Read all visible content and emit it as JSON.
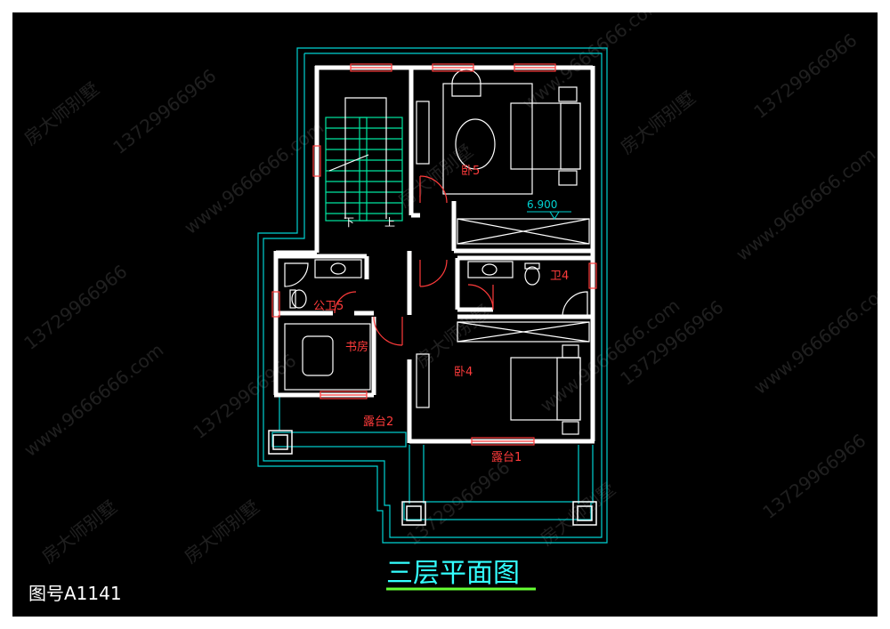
{
  "drawing": {
    "title": "三层平面图",
    "drawing_number": "图号A1141",
    "elevation": "6.900",
    "stair_labels": {
      "down": "下",
      "up": "上"
    },
    "rooms": {
      "bedroom5": "卧5",
      "bedroom4": "卧4",
      "bath4": "卫4",
      "public_bath5": "公卫5",
      "study": "书房",
      "terrace2": "露台2",
      "terrace1": "露台1"
    },
    "watermark": {
      "brand": "房大师别墅",
      "phone": "13729966966",
      "site": "www.9666666.com"
    }
  },
  "colors": {
    "background": "#000000",
    "wall": "#ffffff",
    "outline": "#00d2d2",
    "label": "#ff3b3b",
    "stair": "#00e5a0",
    "title": "#33ffff",
    "title_underline": "#66ff33"
  }
}
